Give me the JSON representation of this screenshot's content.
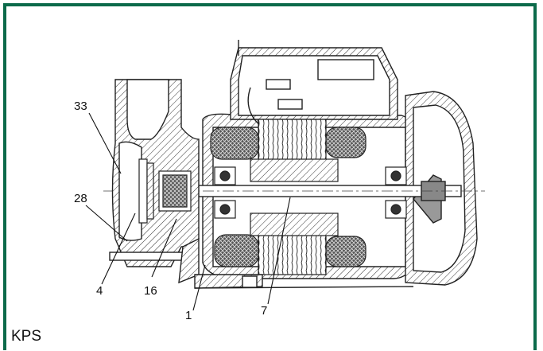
{
  "figure": {
    "model_label": "KPS",
    "frame_color": "#0b6a4a",
    "callouts": [
      {
        "id": "33",
        "text": "33"
      },
      {
        "id": "28",
        "text": "28"
      },
      {
        "id": "4",
        "text": "4"
      },
      {
        "id": "16",
        "text": "16"
      },
      {
        "id": "1",
        "text": "1"
      },
      {
        "id": "7",
        "text": "7"
      }
    ]
  }
}
